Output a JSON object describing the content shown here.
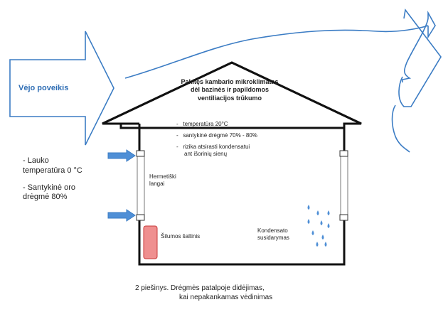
{
  "wind_label": "Vėjo poveikis",
  "house_title": [
    "Pakitęs kambario mikroklimatas",
    "dėl bazinės ir papildomos",
    "ventiliacijos trūkumo"
  ],
  "indoor_conditions": [
    "temperatūra 20°C",
    "santykinė drėgmė  70% - 80%",
    "rizika atsirasti kondensatui",
    "ant išorinių sienų"
  ],
  "outdoor_conditions": {
    "temp_line1": "- Lauko",
    "temp_line2": "temperatūra 0 °C",
    "rh_line1": "- Santykinė oro",
    "rh_line2": "drėgmė  80%"
  },
  "window_label": [
    "Hermetiški",
    "langai"
  ],
  "heat_source_label": "Šilumos šaltinis",
  "condensation_label": [
    "Kondensato",
    "susidarymas"
  ],
  "caption": [
    "2 piešinys. Drėgmės patalpoje didėjimas,",
    "kai nepakankamas vėdinimas"
  ],
  "colors": {
    "arrow_blue": "#3b7cc4",
    "house_black": "#111111",
    "heater_red": "#ef8f8f",
    "drop_blue": "#4f8fd6"
  }
}
